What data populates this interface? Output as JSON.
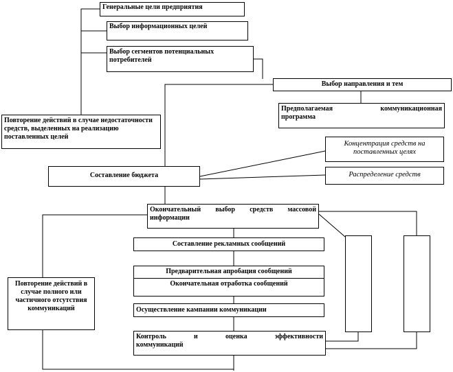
{
  "boxes": {
    "general_goals": "Генеральные цели предприятия",
    "info_goals": "Выбор информационных целей",
    "segments": "Выбор сегментов потенциальных потребителей",
    "direction": "Выбор направления и тем",
    "repeat_funds": "Повторение действий в случае недостаточности средств, выделенных на реализацию поставленных целей",
    "program_line1": "Предполагаемая коммуникационная",
    "program_line2": "программа",
    "concentration": "Концентрация средств на поставленных целях",
    "budget": "Составление бюджета",
    "distribution": "Распределение средств",
    "media_choice_line1": "Окончательный выбор средств массовой",
    "media_choice_line2": "информации",
    "ad_messages": "Составление рекламных сообщений",
    "pre_test": "Предварительная апробация сообщений",
    "final_work": "Окончательная отработка сообщений",
    "campaign": "Осуществление кампании коммуникации",
    "control_line1": "Контроль и оценка эффективности",
    "control_line2": "коммуникаций",
    "repeat_absence": "Повторение действий в случае полного или частичного отсутствия коммуникаций"
  }
}
